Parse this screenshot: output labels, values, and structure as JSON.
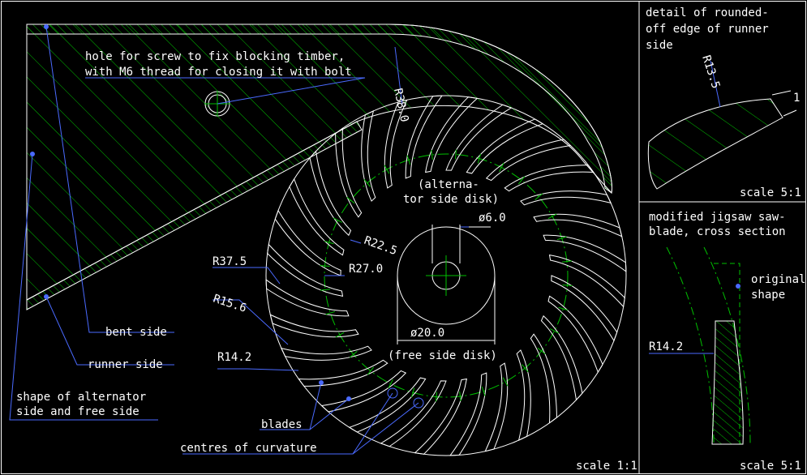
{
  "main": {
    "hole_note_1": "hole for screw to fix blocking timber,",
    "hole_note_2": "with M6 thread for closing it with bolt",
    "r38": "R38.0",
    "alt_1": "(alterna-",
    "alt_2": "tor side disk)",
    "d6": "ø6.0",
    "r22": "R22.5",
    "r27": "R27.0",
    "r37": "R37.5",
    "r15": "R15.6",
    "r14": "R14.2",
    "d20": "ø20.0",
    "free": "(free side disk)",
    "bent": "bent side",
    "runner": "runner side",
    "shape_1": "shape of alternator",
    "shape_2": "side and free side",
    "blades": "blades",
    "centres": "centres of curvature",
    "scale": "scale 1:1"
  },
  "detail": {
    "title_1": "detail of rounded-",
    "title_2": "off edge of runner",
    "title_3": "side",
    "r135": "R13.5",
    "one": "1",
    "scale": "scale 5:1"
  },
  "blade": {
    "title_1": "modified jigsaw saw-",
    "title_2": "blade, cross section",
    "orig_1": "original",
    "orig_2": "shape",
    "r142": "R14.2",
    "scale": "scale 5:1"
  },
  "colors": {
    "bg": "#000000",
    "line": "#ffffff",
    "hatch": "#00c000",
    "leader": "#4a6aff"
  }
}
